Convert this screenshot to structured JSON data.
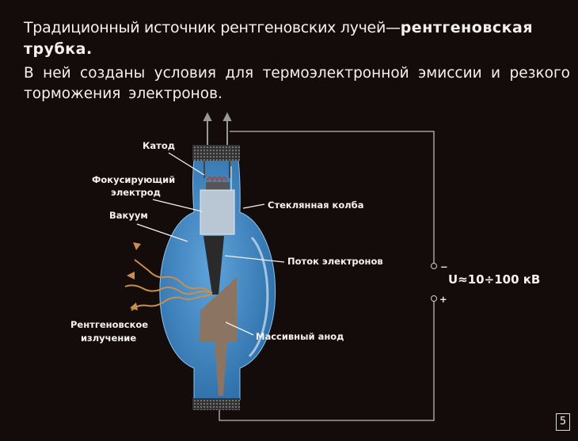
{
  "heading": {
    "text_regular": "Традиционный источник рентгеновских лучей—",
    "text_bold": "рентгеновская трубка."
  },
  "subtitle": "В ней созданы условия для термоэлектронной эмиссии и резкого торможения электронов.",
  "labels": {
    "cathode": "Катод",
    "focusing_line1": "Фокусирующий",
    "focusing_line2": "электрод",
    "vacuum": "Вакуум",
    "glass_bulb": "Стеклянная колба",
    "electron_flow": "Поток электронов",
    "xray_line1": "Рентгеновское",
    "xray_line2": "излучение",
    "anode": "Массивный анод"
  },
  "circuit": {
    "minus": "−",
    "plus": "+",
    "voltage": "U≈10÷100 кВ"
  },
  "colors": {
    "glass": "#3f86c4",
    "anode": "#8c7462",
    "rays": "#c98e4a"
  },
  "page_number": "5"
}
